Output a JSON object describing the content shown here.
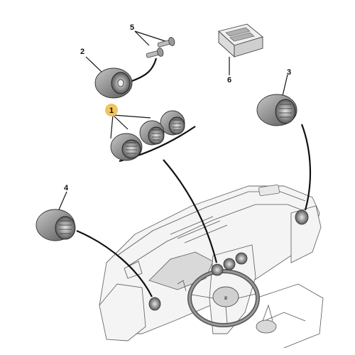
{
  "callouts": {
    "vent_center_group": "1",
    "vent_center_single": "2",
    "vent_right": "3",
    "vent_left": "4",
    "clips": "5",
    "clip_kit": "6"
  },
  "colors": {
    "highlight": "#f2c55c",
    "metal_dark": "#3f3f3f",
    "metal_mid": "#8a8a8a",
    "metal_light": "#c9c9c9",
    "ink": "#111111"
  }
}
